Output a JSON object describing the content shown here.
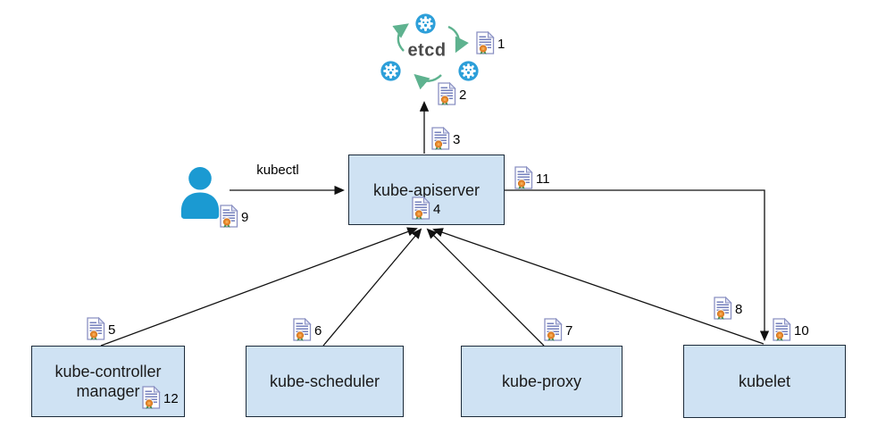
{
  "diagram": {
    "etcd_label": "etcd",
    "kubectl_label": "kubectl",
    "nodes": {
      "apiserver": "kube-apiserver",
      "controller_manager_line1": "kube-controller",
      "controller_manager_line2": "manager",
      "scheduler": "kube-scheduler",
      "proxy": "kube-proxy",
      "kubelet": "kubelet"
    },
    "certificates": [
      {
        "label": "1"
      },
      {
        "label": "2"
      },
      {
        "label": "3"
      },
      {
        "label": "4"
      },
      {
        "label": "5"
      },
      {
        "label": "6"
      },
      {
        "label": "7"
      },
      {
        "label": "8"
      },
      {
        "label": "9"
      },
      {
        "label": "10"
      },
      {
        "label": "11"
      },
      {
        "label": "12"
      }
    ],
    "colors": {
      "node_fill": "#cfe2f3",
      "node_border": "#1c2b3a",
      "wire": "#111111",
      "gear_blue": "#2d9fd9",
      "person_blue": "#1b9ad2",
      "arc_green": "#5eb28f",
      "seal_orange": "#e8872b",
      "ribbon_green": "#3e8e4f"
    }
  }
}
